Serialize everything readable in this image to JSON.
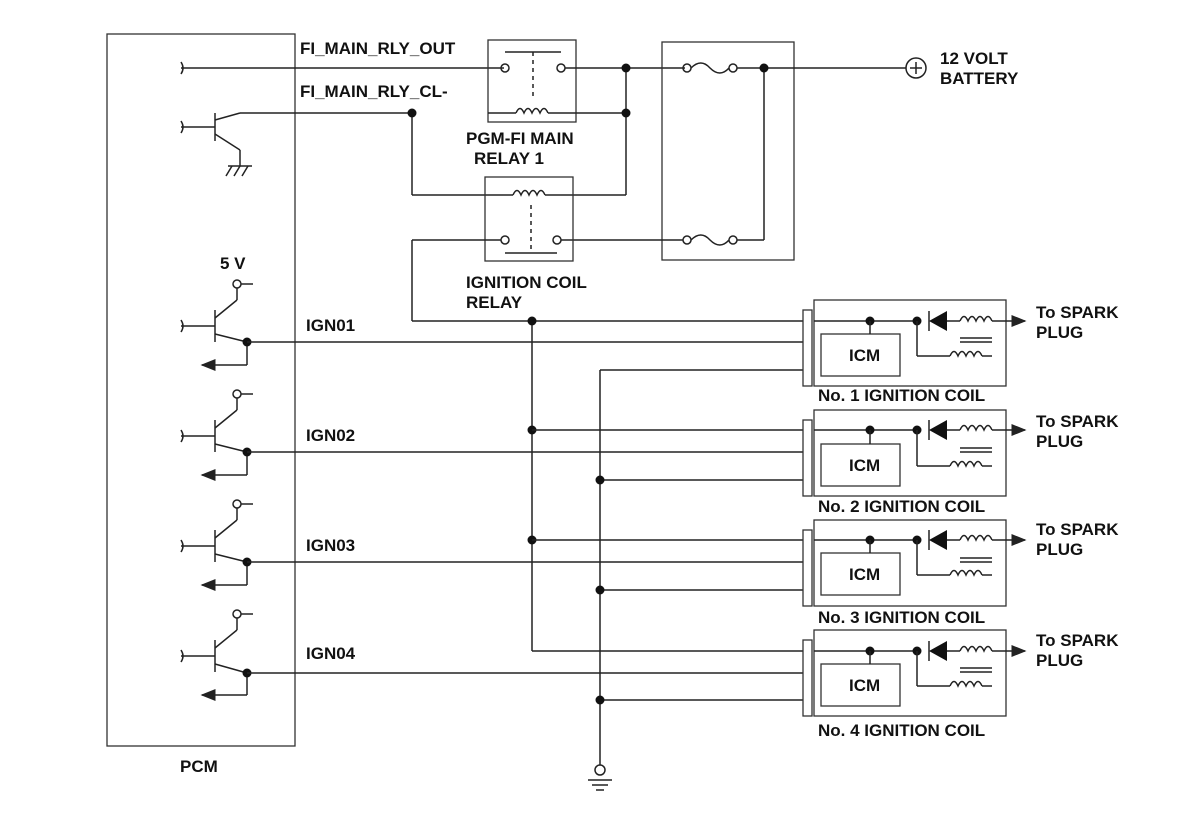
{
  "pcm": {
    "label": "PCM"
  },
  "signals": {
    "main_relay_out": "FI_MAIN_RLY_OUT",
    "main_relay_cl": "FI_MAIN_RLY_CL-"
  },
  "supply": {
    "five_volt": "5 V",
    "battery_line1": "12 VOLT",
    "battery_line2": "BATTERY"
  },
  "relays": {
    "main_line1": "PGM-FI MAIN",
    "main_line2": "RELAY 1",
    "ign_line1": "IGNITION COIL",
    "ign_line2": "RELAY"
  },
  "channels": [
    {
      "ign": "IGN01",
      "icm": "ICM",
      "coil": "No. 1 IGNITION COIL",
      "spark1": "To SPARK",
      "spark2": "PLUG"
    },
    {
      "ign": "IGN02",
      "icm": "ICM",
      "coil": "No. 2 IGNITION COIL",
      "spark1": "To SPARK",
      "spark2": "PLUG"
    },
    {
      "ign": "IGN03",
      "icm": "ICM",
      "coil": "No. 3 IGNITION COIL",
      "spark1": "To SPARK",
      "spark2": "PLUG"
    },
    {
      "ign": "IGN04",
      "icm": "ICM",
      "coil": "No. 4 IGNITION COIL",
      "spark1": "To SPARK",
      "spark2": "PLUG"
    }
  ]
}
